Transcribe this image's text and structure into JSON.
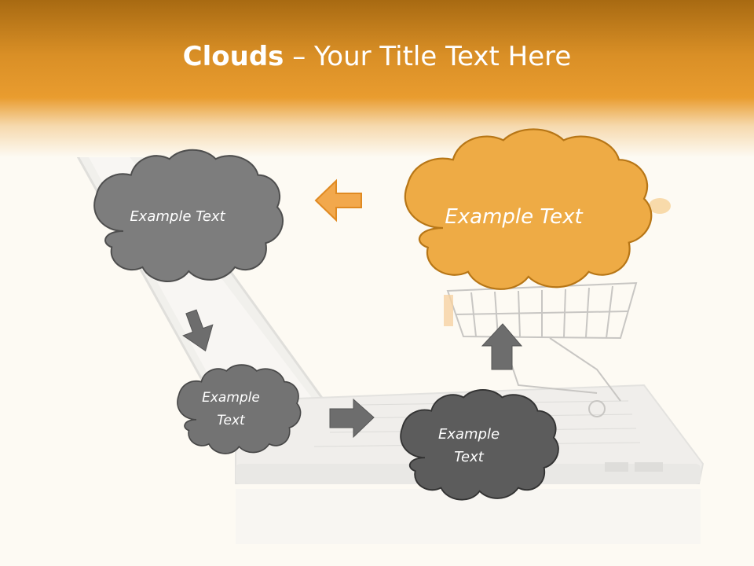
{
  "slide": {
    "title_bold": "Clouds",
    "title_dash": " – ",
    "title_rest": "Your Title Text Here"
  },
  "clouds": [
    {
      "id": "top-left",
      "lines": [
        "Example Text"
      ]
    },
    {
      "id": "top-right",
      "lines": [
        "Example Text"
      ]
    },
    {
      "id": "mid-left",
      "lines": [
        "Example",
        "Text"
      ]
    },
    {
      "id": "bottom-center",
      "lines": [
        "Example",
        "Text"
      ]
    }
  ],
  "colors": {
    "header": "#e99c2f",
    "cloud_orange": "#eeab45",
    "cloud_gray": "#7d7d7d",
    "cloud_dark": "#5a5a5a",
    "arrow_gray": "#6d6d6d",
    "arrow_orange": "#f2a84c"
  }
}
